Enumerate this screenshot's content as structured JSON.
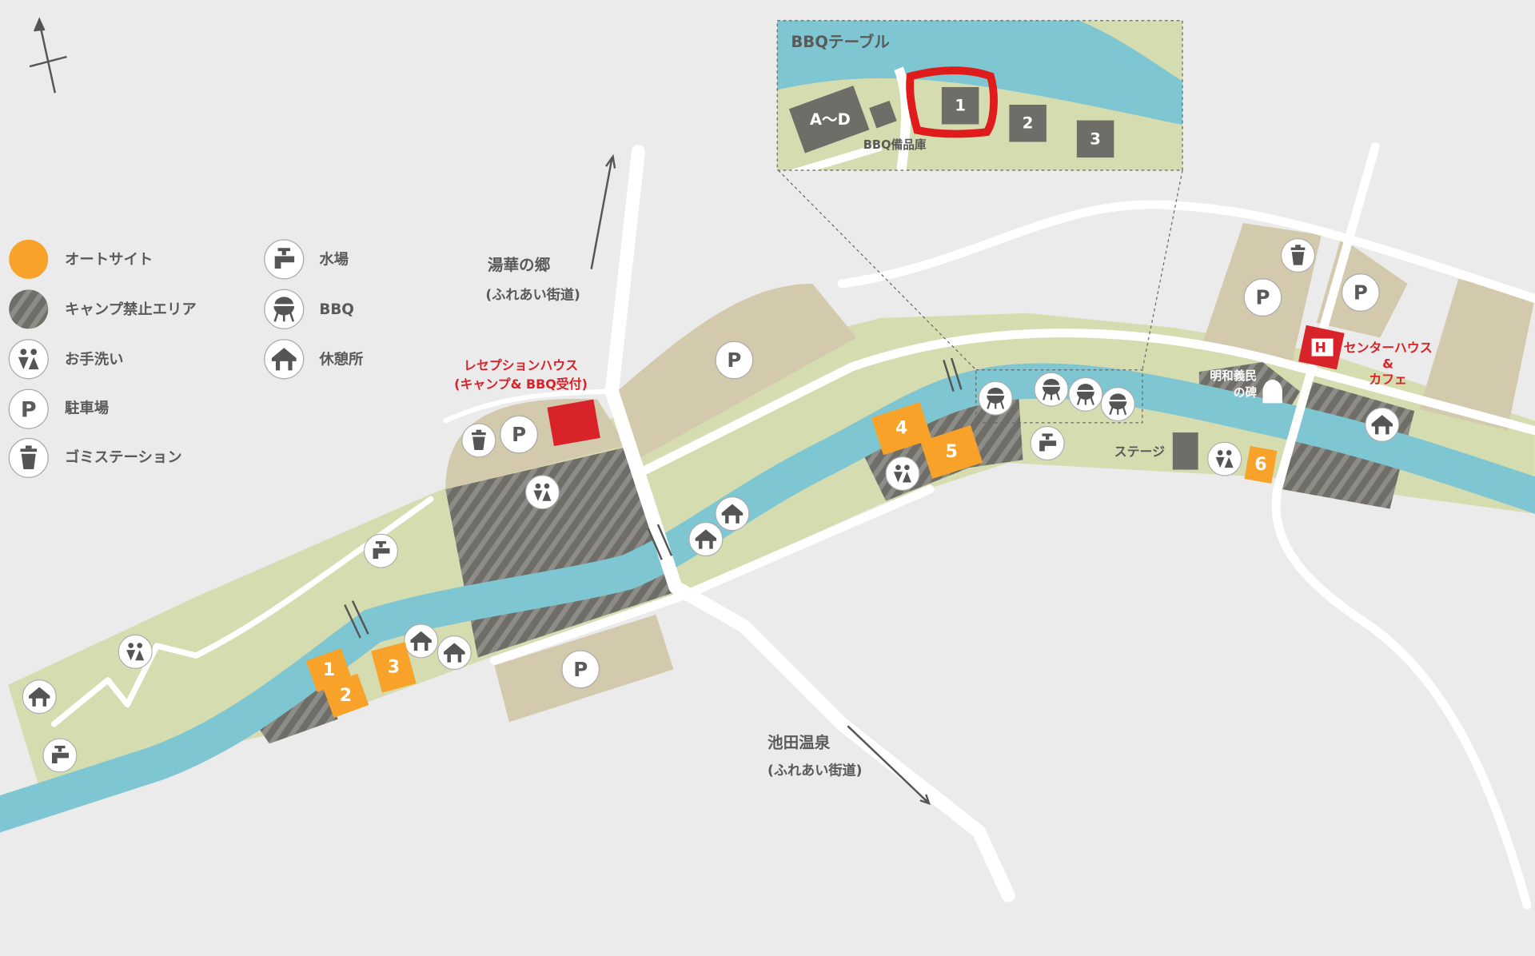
{
  "legend": {
    "items": [
      {
        "icon": "auto-site-swatch",
        "label": "オートサイト"
      },
      {
        "icon": "no-camping-hatch",
        "label": "キャンプ禁止エリア"
      },
      {
        "icon": "restroom-icon",
        "label": "お手洗い"
      },
      {
        "icon": "parking-icon",
        "label": "駐車場",
        "glyph": "P"
      },
      {
        "icon": "trash-icon",
        "label": "ゴミステーション"
      },
      {
        "icon": "water-tap-icon",
        "label": "水場"
      },
      {
        "icon": "bbq-grill-icon",
        "label": "BBQ"
      },
      {
        "icon": "shelter-icon",
        "label": "休憩所"
      }
    ]
  },
  "colors": {
    "river": "#7fc6d3",
    "grass": "#d5dcb0",
    "parking": "#d3c9ac",
    "auto_site": "#f8a22a",
    "hatch": "#6f6d68",
    "accent_red": "#d9232a",
    "background": "#ebebeb"
  },
  "places": {
    "yukanosato": {
      "name": "湯華の郷",
      "sub": "(ふれあい街道)"
    },
    "ikeda_onsen": {
      "name": "池田温泉",
      "sub": "(ふれあい街道)"
    },
    "reception": {
      "name": "レセプションハウス",
      "sub": "(キャンプ& BBQ受付)"
    },
    "center_house": {
      "line1": "センターハウス",
      "line2": "&",
      "line3": "カフェ",
      "logo": "H"
    },
    "monument": {
      "line1": "明和義民",
      "line2": "の碑"
    },
    "stage": "ステージ",
    "parking_glyph": "P"
  },
  "auto_sites": [
    "1",
    "2",
    "3",
    "4",
    "5",
    "6"
  ],
  "inset": {
    "title": "BBQテーブル",
    "tables": [
      "A〜D",
      "1",
      "2",
      "3"
    ],
    "storage_label": "BBQ備品庫",
    "highlighted_table": "1"
  }
}
